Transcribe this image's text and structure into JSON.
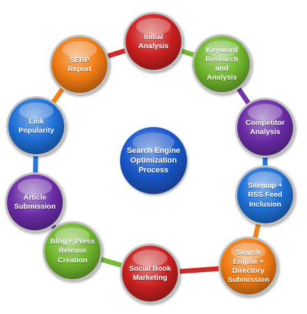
{
  "center": {
    "label": "Search Engine\nOptimization\nProcess",
    "color": "#1a57c9"
  },
  "steps": [
    {
      "label": "Initial\nAnalysis",
      "color": "#cc1f1f"
    },
    {
      "label": "Keyword\nResearch\nand\nAnalysis",
      "color": "#6fb62c"
    },
    {
      "label": "Competitor\nAnalysis",
      "color": "#6a2ba6"
    },
    {
      "label": "Sitemap +\nRSS Feed\nInclusion",
      "color": "#1e6fd6"
    },
    {
      "label": "Search\nEngine +\nDirectory\nSubmission",
      "color": "#f07a12"
    },
    {
      "label": "Social Book\nMarketing",
      "color": "#c8201f"
    },
    {
      "label": "Blog + Press\nRelease\nCreation",
      "color": "#6fb62c"
    },
    {
      "label": "Article\nSubmission",
      "color": "#6a2ba6"
    },
    {
      "label": "Link\nPopularity",
      "color": "#1e6fd6"
    },
    {
      "label": "SERP\nReport",
      "color": "#f07a12"
    }
  ]
}
